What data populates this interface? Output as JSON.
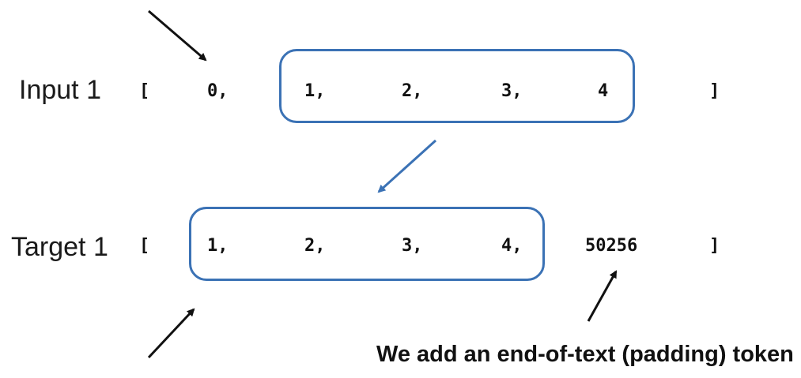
{
  "input_row": {
    "label": "Input 1",
    "open_bracket": "[",
    "tokens": [
      "0,",
      "1,",
      "2,",
      "3,",
      "4"
    ],
    "close_bracket": "]"
  },
  "target_row": {
    "label": "Target 1",
    "open_bracket": "[",
    "tokens": [
      "1,",
      "2,",
      "3,",
      "4,",
      "50256"
    ],
    "close_bracket": "]"
  },
  "annotation": {
    "text": "We add an end-of-text (padding) token"
  },
  "colors": {
    "highlight": "#3b72b5",
    "arrow": "#111111",
    "shift_arrow": "#3b72b5"
  }
}
